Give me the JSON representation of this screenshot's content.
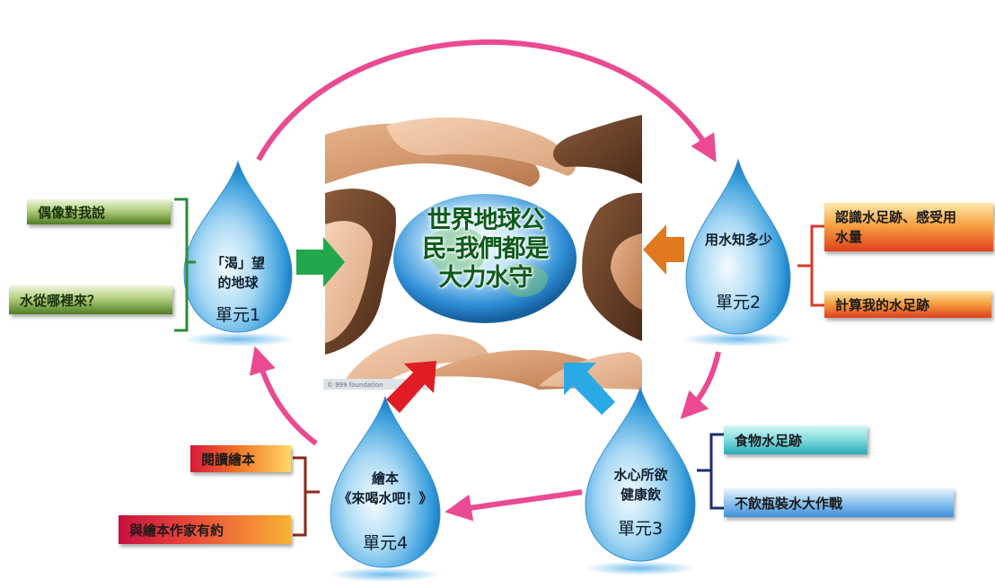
{
  "center": {
    "title_lines": [
      "世界地球公",
      "民-我們都是",
      "大力水守"
    ]
  },
  "units": [
    {
      "drop_lines": [
        "「渴」望",
        "的地球"
      ],
      "unit_label": "單元1",
      "items": [
        "偶像對我說",
        "水從哪裡來？"
      ]
    },
    {
      "drop_lines": [
        "用水知多少"
      ],
      "unit_label": "單元2",
      "items": [
        "認識水足跡、感受用\n水量",
        "計算我的水足跡"
      ]
    },
    {
      "drop_lines": [
        "水心所欲",
        "健康飲"
      ],
      "unit_label": "單元3",
      "items": [
        "食物水足跡",
        "不飲瓶裝水大作戰"
      ]
    },
    {
      "drop_lines": [
        "繪本",
        "《來喝水吧！》"
      ],
      "unit_label": "單元4",
      "items": [
        "閱讀繪本",
        "與繪本作家有約"
      ]
    }
  ],
  "colors": {
    "cycle_arrow": "#ea4a92",
    "arrow_unit1": "#22a84a",
    "arrow_unit2": "#e07820",
    "arrow_unit3": "#2aa9e6",
    "arrow_unit4": "#e01c24",
    "bracket_unit1": "#2e8b3a",
    "bracket_unit2": "#d63a2a",
    "bracket_unit3": "#1a2f6e",
    "bracket_unit4": "#8a2a1a"
  }
}
